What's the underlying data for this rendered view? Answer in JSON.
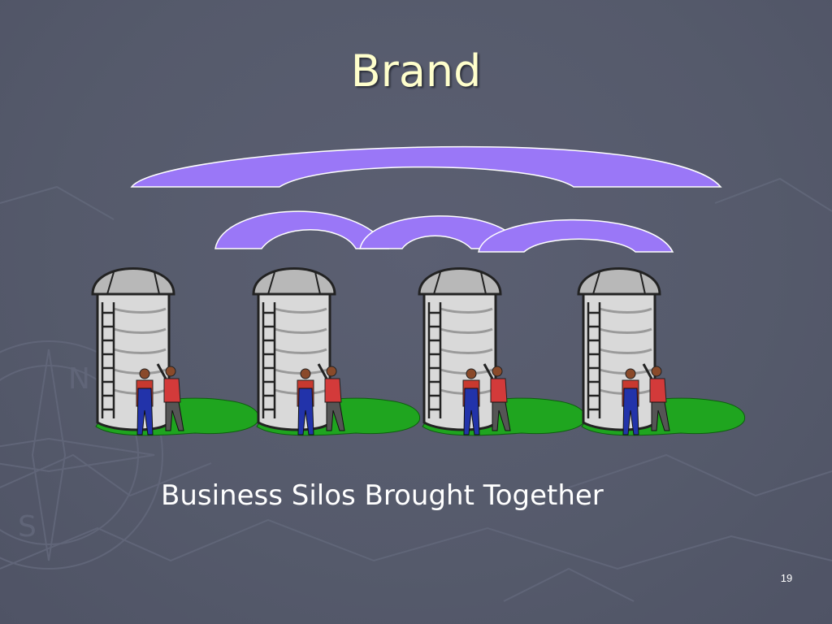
{
  "slide": {
    "title": "Brand",
    "caption": "Business Silos Brought Together",
    "page_number": "19"
  },
  "colors": {
    "background": "#54586a",
    "title": "#ffffcc",
    "arch_fill": "#9a77f7",
    "arch_stroke": "#ffffff",
    "grass": "#1fa51f",
    "silo_body": "#d9d9d9",
    "silo_dome": "#b8b8b8"
  },
  "graphics": {
    "large_arch": "brand-umbrella-arch",
    "small_arches": [
      "silo-link-arch-1",
      "silo-link-arch-2",
      "silo-link-arch-3"
    ],
    "silos": [
      "silo-1",
      "silo-2",
      "silo-3",
      "silo-4"
    ],
    "figures_per_silo": 2
  }
}
